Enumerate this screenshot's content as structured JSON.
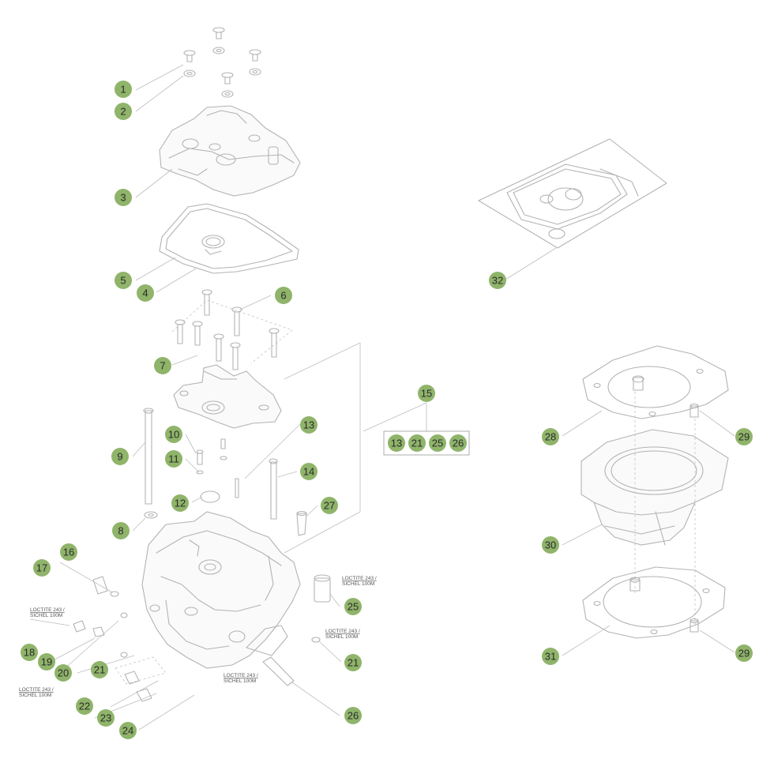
{
  "callouts": {
    "c1": "1",
    "c2": "2",
    "c3": "3",
    "c4": "4",
    "c5": "5",
    "c6": "6",
    "c7": "7",
    "c8": "8",
    "c9": "9",
    "c10": "10",
    "c11": "11",
    "c12": "12",
    "c13": "13",
    "c14": "14",
    "c15": "15",
    "c16": "16",
    "c17": "17",
    "c18": "18",
    "c19": "19",
    "c20": "20",
    "c21a": "21",
    "c22": "22",
    "c23": "23",
    "c24": "24",
    "c25": "25",
    "c21b": "21",
    "c26": "26",
    "c27": "27",
    "c28": "28",
    "c29a": "29",
    "c30": "30",
    "c31": "31",
    "c29b": "29",
    "c32": "32"
  },
  "kit15": [
    "13",
    "21",
    "25",
    "26"
  ],
  "notes": {
    "loctite": "LOCTITE 243 /",
    "sichel": "SICHEL 100M"
  },
  "colors": {
    "callout": "#8fb46a",
    "line": "#b3b3b3"
  }
}
